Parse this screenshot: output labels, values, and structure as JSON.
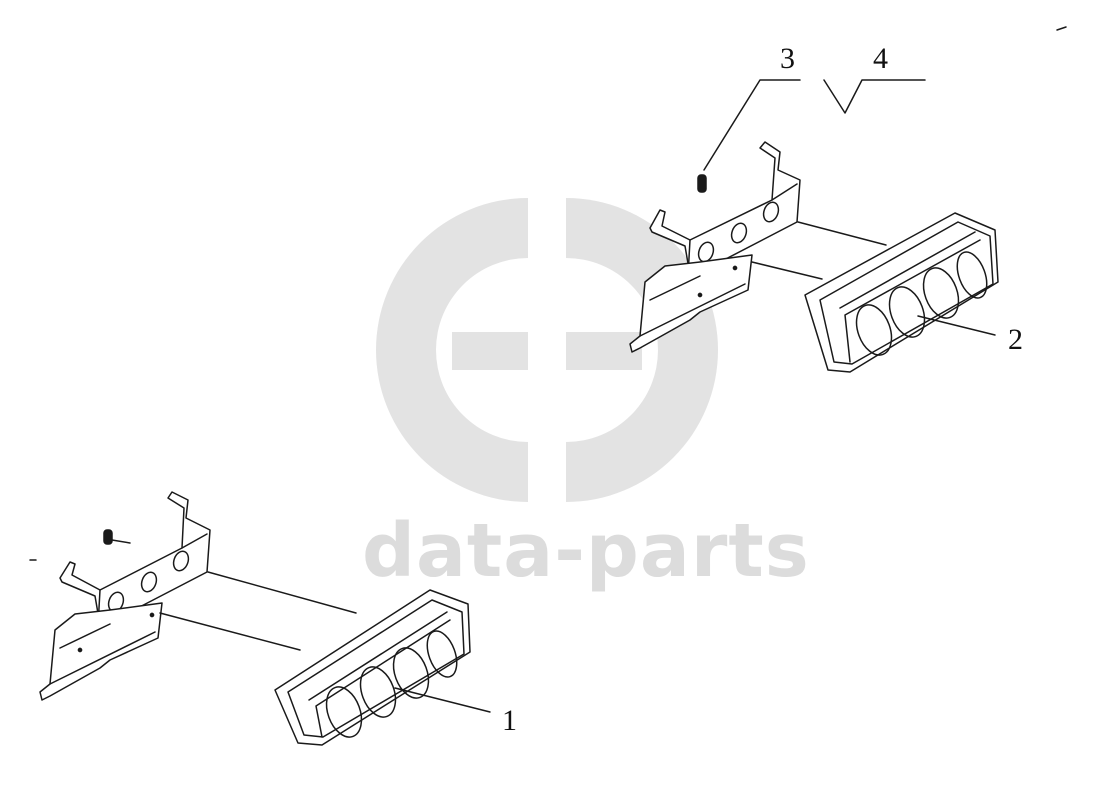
{
  "diagram": {
    "callouts": [
      {
        "id": "1",
        "label": "1"
      },
      {
        "id": "2",
        "label": "2"
      },
      {
        "id": "3",
        "label": "3"
      },
      {
        "id": "4",
        "label": "4"
      }
    ]
  },
  "watermark": {
    "text": "data-parts",
    "color": "#dcdcdc"
  },
  "colors": {
    "line": "#1a1a1a",
    "fill": "#ffffff"
  }
}
